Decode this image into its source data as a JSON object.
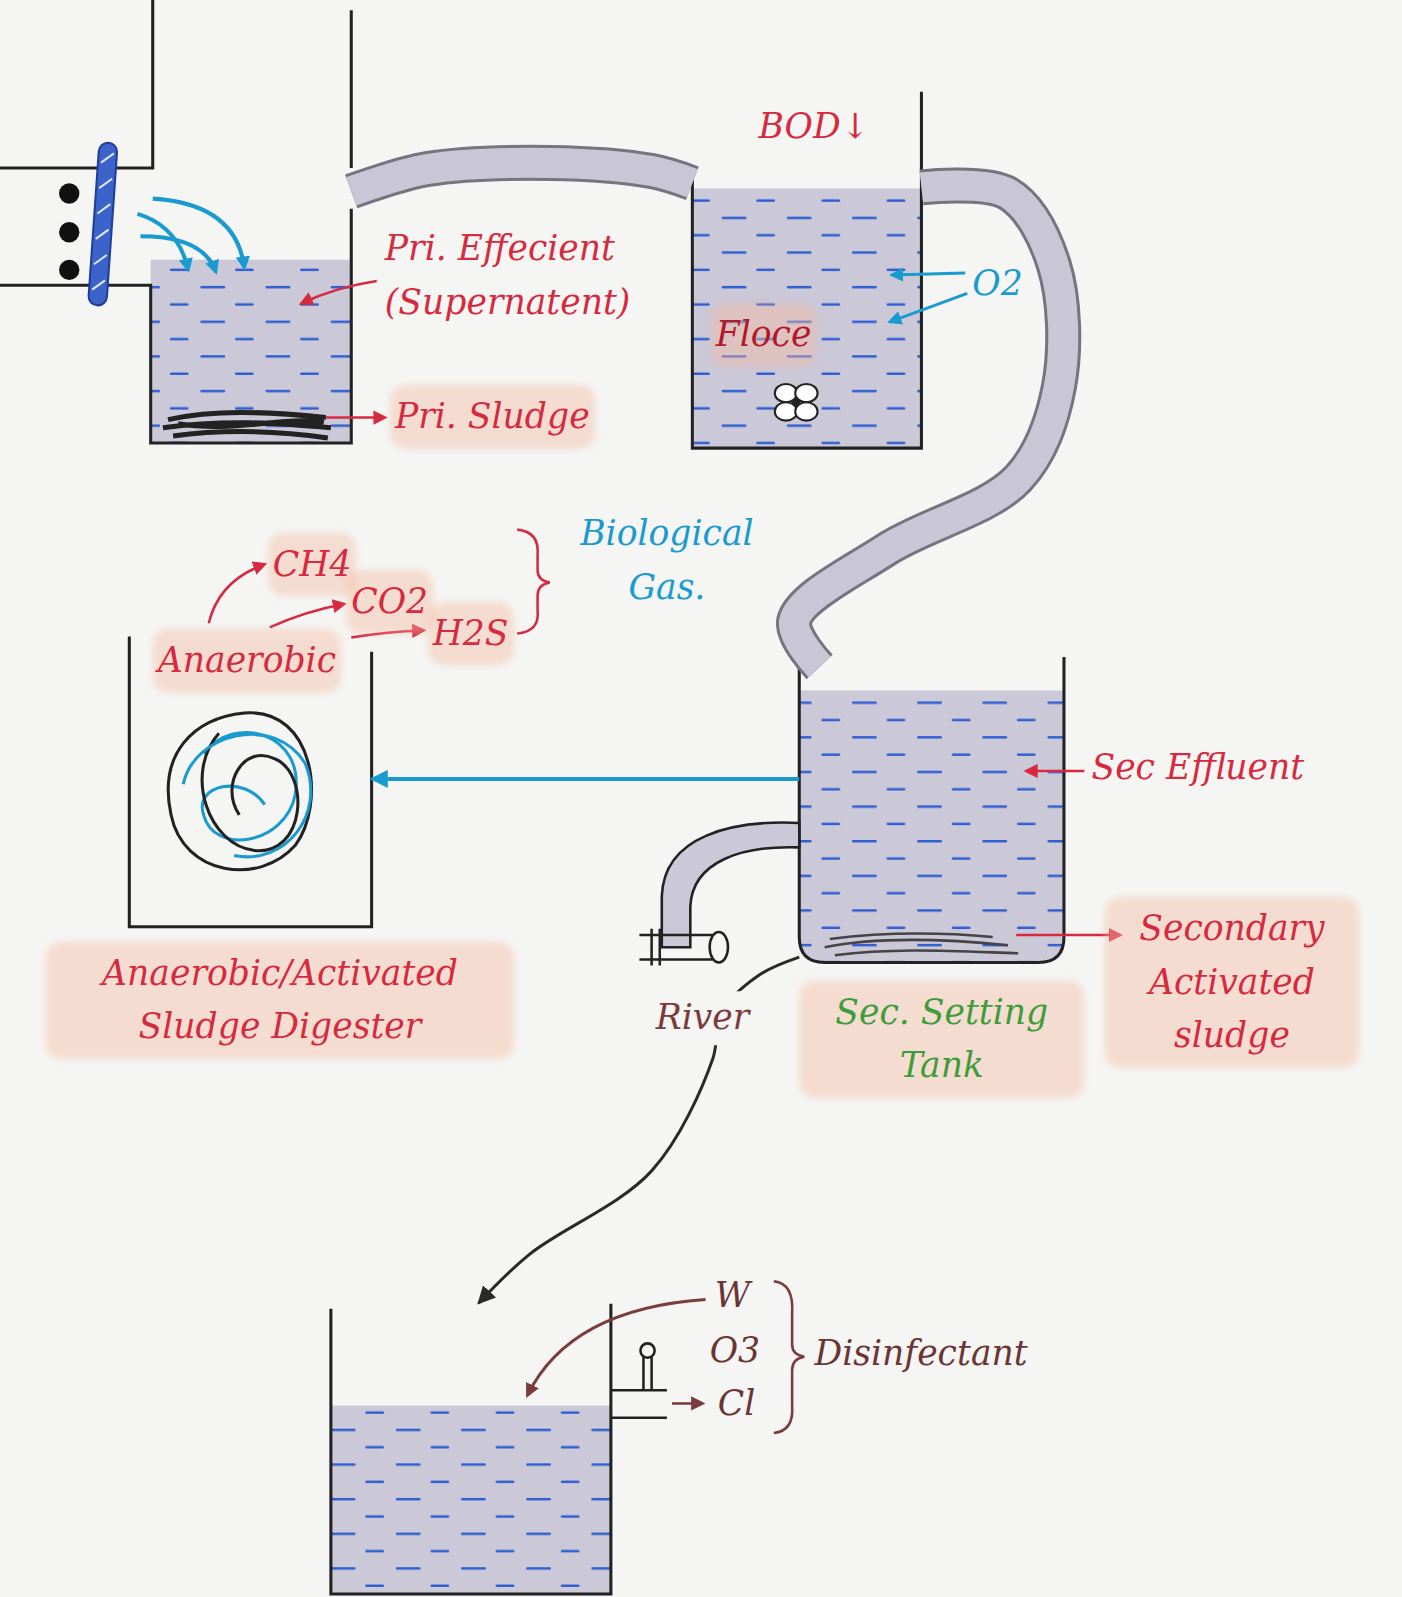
{
  "diagram": {
    "nodes": [
      {
        "text": [
          "Pri. Effecient (Supernatent)",
          "Pri. Sludge"
        ]
      },
      {
        "text": [
          "BOD↓",
          "Floce"
        ]
      },
      {
        "text": [
          "Sec Effluent",
          "Secondary Activated sludge",
          "Sec. Setting Tank"
        ]
      },
      {
        "text": [
          "Anaerobic",
          "Anaerobic/Activated Sludge Digester"
        ]
      },
      {
        "text": [
          "W",
          "O3",
          "Cl",
          "Disinfectant"
        ]
      }
    ],
    "edges": [
      {
        "from": 0,
        "to": 1,
        "arrow": "none"
      },
      {
        "from": 1,
        "to": 2,
        "arrow": "none"
      },
      {
        "from": 2,
        "to": 3,
        "arrow": "to"
      },
      {
        "from": 2,
        "to": 4,
        "label": "River",
        "arrow": "to"
      }
    ],
    "labels": [
      "O2",
      "CH4",
      "CO2",
      "H2S",
      "Biological Gas."
    ]
  }
}
